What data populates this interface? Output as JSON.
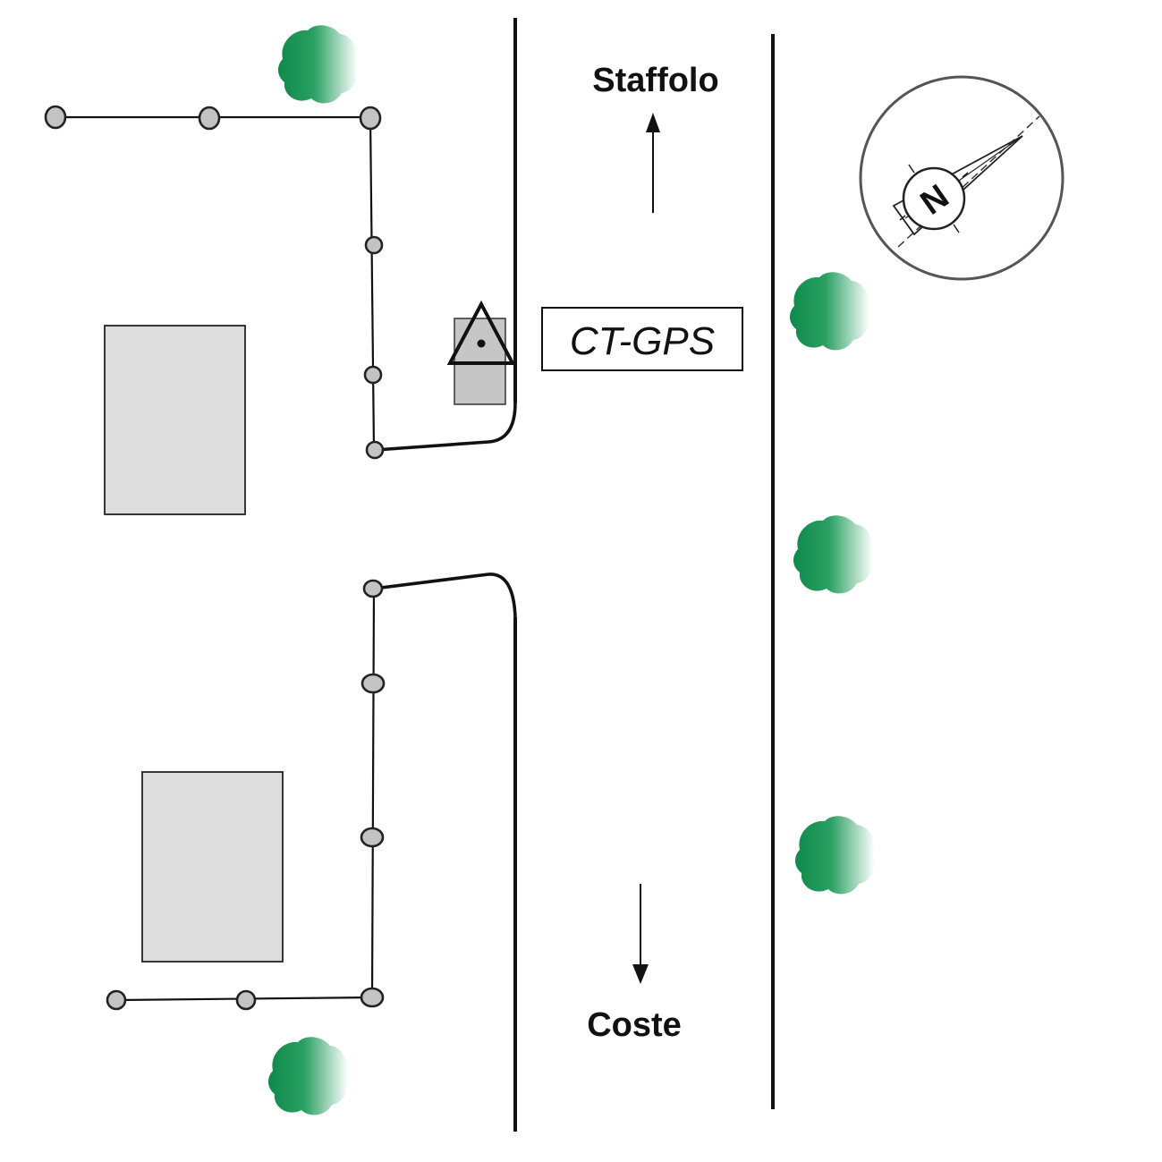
{
  "labels": {
    "north_direction": "Staffolo",
    "south_direction": "Coste",
    "station": "CT-GPS",
    "compass_letter": "N"
  },
  "colors": {
    "tree_dark": "#0e8a4a",
    "tree_light": "#ffffff",
    "building_fill": "#dddddd",
    "fence_post_fill": "#c3c3c3",
    "lines": "#111111"
  },
  "icons": {
    "trees": "tree-icon",
    "station": "triangle-benchmark-icon",
    "compass": "north-compass-icon"
  }
}
